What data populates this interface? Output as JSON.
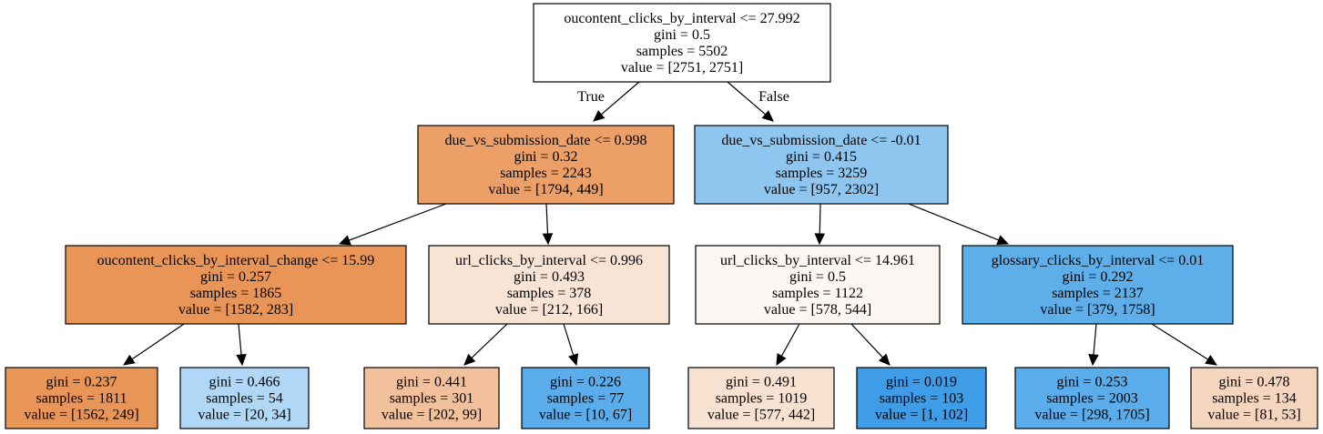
{
  "tree": {
    "colors": {
      "orange_strong": "#e99558",
      "orange_mid": "#ed9f68",
      "orange_light": "#f3c09c",
      "orange_pale": "#f8e4d5",
      "orange_faint": "#fdf7f3",
      "orange_soft": "#f6d5be",
      "orange_soft2": "#f7e1d1",
      "blue_pale": "#b0d8f6",
      "blue_light": "#8ec6f0",
      "blue_mid": "#5eaeea",
      "blue_mid2": "#5aadea",
      "blue_strong": "#3e9de6",
      "white": "#ffffff"
    },
    "nodes": [
      {
        "id": "n0",
        "lines": [
          "oucontent_clicks_by_interval <= 27.992",
          "gini = 0.5",
          "samples = 5502",
          "value = [2751, 2751]"
        ],
        "color": "white"
      },
      {
        "id": "n1",
        "lines": [
          "due_vs_submission_date <= 0.998",
          "gini = 0.32",
          "samples = 2243",
          "value = [1794, 449]"
        ],
        "color": "orange_mid"
      },
      {
        "id": "n2",
        "lines": [
          "due_vs_submission_date <= -0.01",
          "gini = 0.415",
          "samples = 3259",
          "value = [957, 2302]"
        ],
        "color": "blue_light"
      },
      {
        "id": "n3",
        "lines": [
          "oucontent_clicks_by_interval_change <= 15.99",
          "gini = 0.257",
          "samples = 1865",
          "value = [1582, 283]"
        ],
        "color": "orange_strong"
      },
      {
        "id": "n4",
        "lines": [
          "url_clicks_by_interval <= 0.996",
          "gini = 0.493",
          "samples = 378",
          "value = [212, 166]"
        ],
        "color": "orange_pale"
      },
      {
        "id": "n5",
        "lines": [
          "url_clicks_by_interval <= 14.961",
          "gini = 0.5",
          "samples = 1122",
          "value = [578, 544]"
        ],
        "color": "orange_faint"
      },
      {
        "id": "n6",
        "lines": [
          "glossary_clicks_by_interval <= 0.01",
          "gini = 0.292",
          "samples = 2137",
          "value = [379, 1758]"
        ],
        "color": "blue_mid"
      },
      {
        "id": "n7",
        "lines": [
          "gini = 0.237",
          "samples = 1811",
          "value = [1562, 249]"
        ],
        "color": "orange_strong"
      },
      {
        "id": "n8",
        "lines": [
          "gini = 0.466",
          "samples = 54",
          "value = [20, 34]"
        ],
        "color": "blue_pale"
      },
      {
        "id": "n9",
        "lines": [
          "gini = 0.441",
          "samples = 301",
          "value = [202, 99]"
        ],
        "color": "orange_light"
      },
      {
        "id": "n10",
        "lines": [
          "gini = 0.226",
          "samples = 77",
          "value = [10, 67]"
        ],
        "color": "blue_mid2"
      },
      {
        "id": "n11",
        "lines": [
          "gini = 0.491",
          "samples = 1019",
          "value = [577, 442]"
        ],
        "color": "orange_soft2"
      },
      {
        "id": "n12",
        "lines": [
          "gini = 0.019",
          "samples = 103",
          "value = [1, 102]"
        ],
        "color": "blue_strong"
      },
      {
        "id": "n13",
        "lines": [
          "gini = 0.253",
          "samples = 2003",
          "value = [298, 1705]"
        ],
        "color": "blue_mid2"
      },
      {
        "id": "n14",
        "lines": [
          "gini = 0.478",
          "samples = 134",
          "value = [81, 53]"
        ],
        "color": "orange_soft"
      }
    ],
    "edges": [
      {
        "from": "n0",
        "to": "n1",
        "label": "True"
      },
      {
        "from": "n0",
        "to": "n2",
        "label": "False"
      },
      {
        "from": "n1",
        "to": "n3",
        "label": ""
      },
      {
        "from": "n1",
        "to": "n4",
        "label": ""
      },
      {
        "from": "n2",
        "to": "n5",
        "label": ""
      },
      {
        "from": "n2",
        "to": "n6",
        "label": ""
      },
      {
        "from": "n3",
        "to": "n7",
        "label": ""
      },
      {
        "from": "n3",
        "to": "n8",
        "label": ""
      },
      {
        "from": "n4",
        "to": "n9",
        "label": ""
      },
      {
        "from": "n4",
        "to": "n10",
        "label": ""
      },
      {
        "from": "n5",
        "to": "n11",
        "label": ""
      },
      {
        "from": "n5",
        "to": "n12",
        "label": ""
      },
      {
        "from": "n6",
        "to": "n13",
        "label": ""
      },
      {
        "from": "n6",
        "to": "n14",
        "label": ""
      }
    ]
  }
}
